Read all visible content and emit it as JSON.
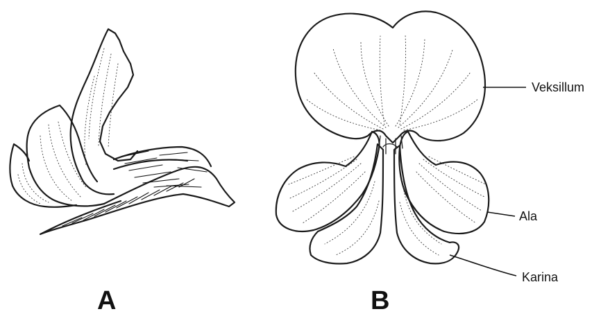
{
  "panels": [
    {
      "letter": "A"
    },
    {
      "letter": "B"
    }
  ],
  "labels": {
    "vexillum": "Veksillum",
    "ala": "Ala",
    "karina": "Karina"
  }
}
